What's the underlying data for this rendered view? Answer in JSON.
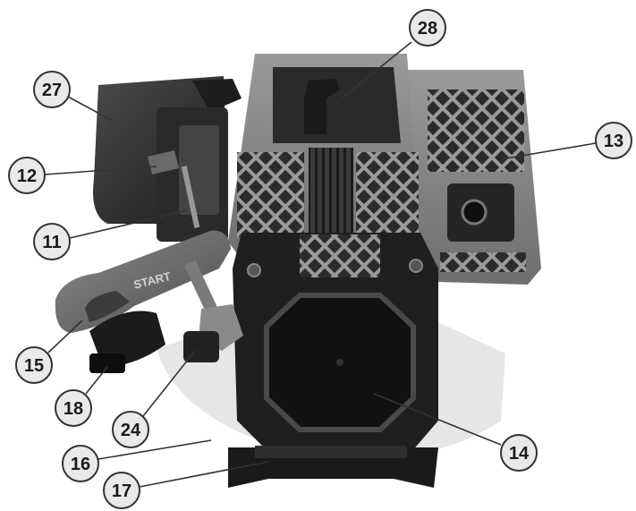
{
  "image": {
    "subject": "engine-assembly",
    "handle_text": "START"
  },
  "callouts": [
    {
      "id": "c27",
      "label": "27"
    },
    {
      "id": "c28",
      "label": "28"
    },
    {
      "id": "c12",
      "label": "12"
    },
    {
      "id": "c13",
      "label": "13"
    },
    {
      "id": "c11",
      "label": "11"
    },
    {
      "id": "c15",
      "label": "15"
    },
    {
      "id": "c18",
      "label": "18"
    },
    {
      "id": "c24",
      "label": "24"
    },
    {
      "id": "c14",
      "label": "14"
    },
    {
      "id": "c16",
      "label": "16"
    },
    {
      "id": "c17",
      "label": "17"
    }
  ]
}
